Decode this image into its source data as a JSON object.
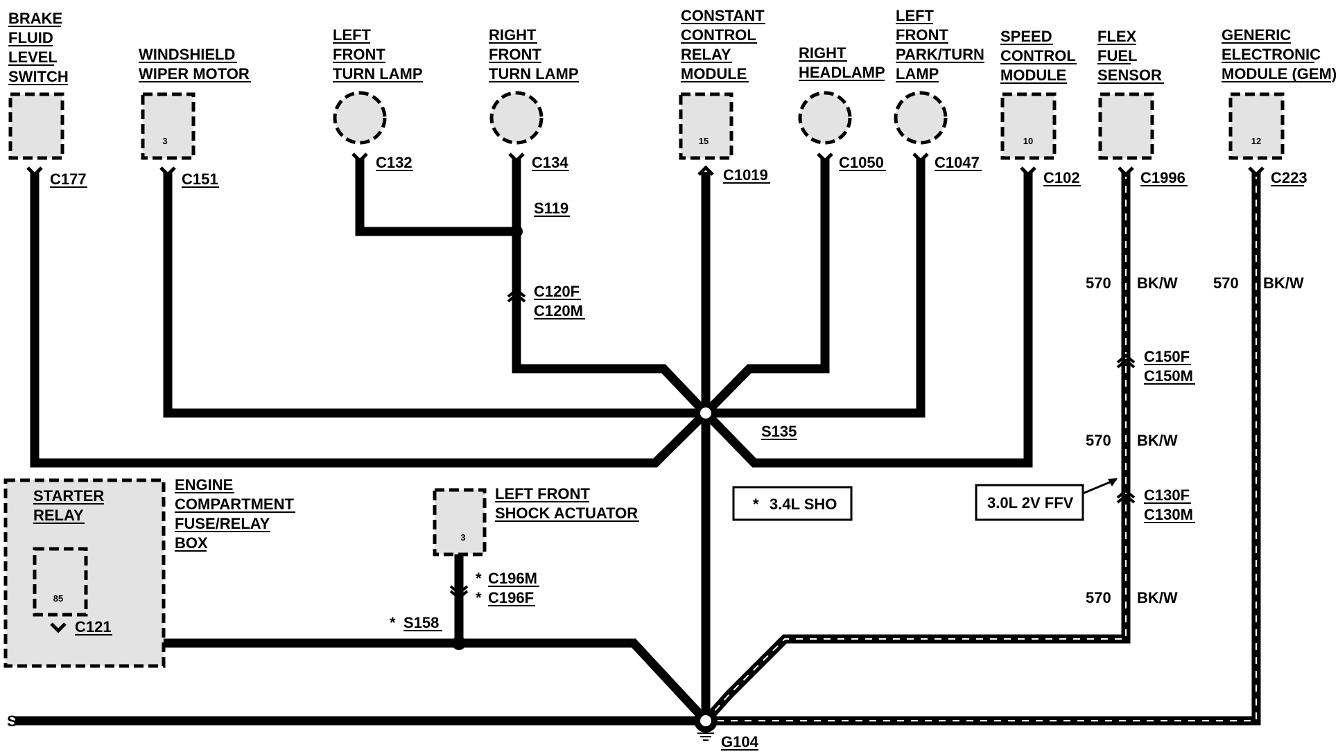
{
  "components": {
    "brake_fluid_switch": {
      "label": [
        "BRAKE",
        "FLUID",
        "LEVEL",
        "SWITCH"
      ],
      "connector": "C177"
    },
    "windshield_wiper": {
      "label": [
        "WINDSHIELD",
        "WIPER MOTOR"
      ],
      "connector": "C151",
      "pin": "3"
    },
    "left_front_turn_lamp": {
      "label": [
        "LEFT",
        "FRONT",
        "TURN LAMP"
      ],
      "connector": "C132"
    },
    "right_front_turn_lamp": {
      "label": [
        "RIGHT",
        "FRONT",
        "TURN LAMP"
      ],
      "connector": "C134"
    },
    "constant_control_relay": {
      "label": [
        "CONSTANT",
        "CONTROL",
        "RELAY",
        "MODULE"
      ],
      "connector": "C1019",
      "pin": "15"
    },
    "right_headlamp": {
      "label": [
        "RIGHT",
        "HEADLAMP"
      ],
      "connector": "C1050"
    },
    "left_front_park_turn": {
      "label": [
        "LEFT",
        "FRONT",
        "PARK/TURN",
        "LAMP"
      ],
      "connector": "C1047"
    },
    "speed_control_module": {
      "label": [
        "SPEED",
        "CONTROL",
        "MODULE"
      ],
      "connector": "C102",
      "pin": "10"
    },
    "flex_fuel_sensor": {
      "label": [
        "FLEX",
        "FUEL",
        "SENSOR"
      ],
      "connector": "C1996"
    },
    "gem": {
      "label": [
        "GENERIC",
        "ELECTRONIC",
        "MODULE (GEM)"
      ],
      "connector": "C223",
      "pin": "12"
    },
    "fuse_relay_box": {
      "label": [
        "ENGINE",
        "COMPARTMENT",
        "FUSE/RELAY",
        "BOX"
      ],
      "relay_label": [
        "STARTER",
        "RELAY"
      ],
      "pin": "85",
      "connector": "C121"
    },
    "shock_actuator": {
      "label": [
        "LEFT FRONT",
        "SHOCK ACTUATOR"
      ],
      "pin": "3",
      "connector_top": "C196M",
      "connector_bottom": "C196F"
    }
  },
  "splices": {
    "s119": "S119",
    "s135": "S135",
    "s158": "S158"
  },
  "inline_connectors": {
    "c120": [
      "C120F",
      "C120M"
    ],
    "c150": [
      "C150F",
      "C150M"
    ],
    "c130": [
      "C130F",
      "C130M"
    ]
  },
  "wire_labels": {
    "circuit": "570",
    "color": "BK/W"
  },
  "notes": {
    "sho": "3.4L SHO",
    "ffv": "3.0L 2V FFV",
    "star": "*"
  },
  "ground": "G104",
  "colors": {
    "wire": "#000000",
    "component_fill": "#e3e3e3",
    "stripe": "#ffffff"
  }
}
